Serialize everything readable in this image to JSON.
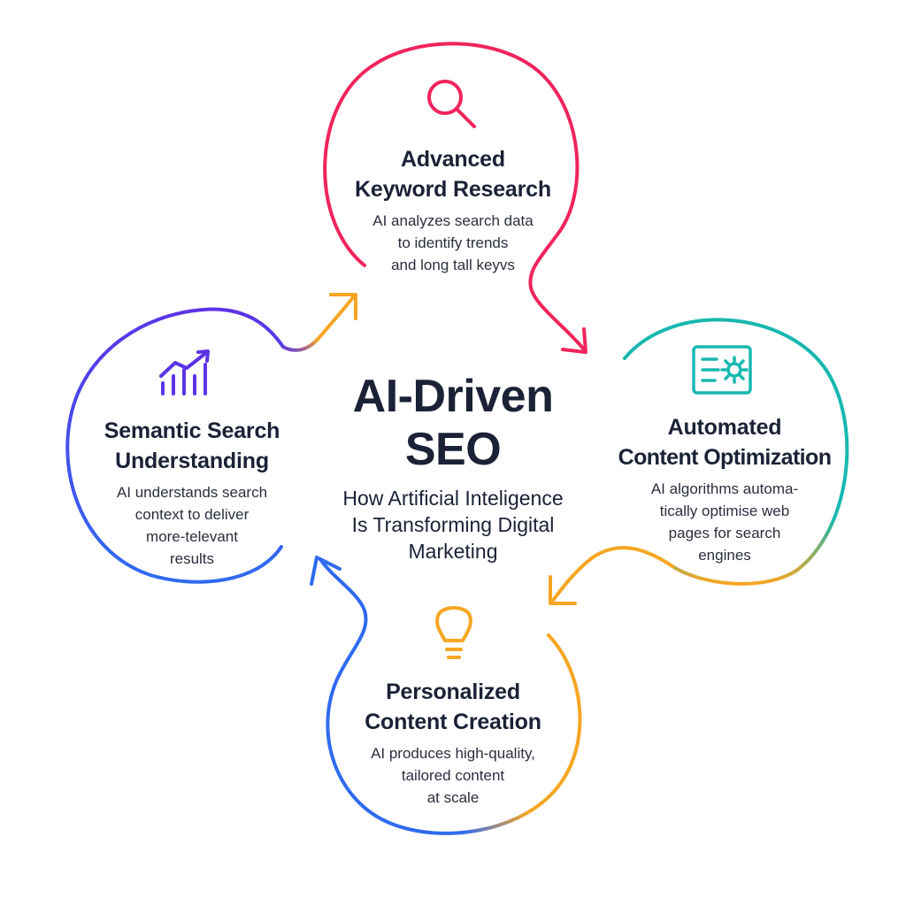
{
  "center": {
    "title_lines": [
      "AI-Driven",
      "SEO"
    ],
    "subtitle_lines": [
      "How Artificial Inteligence",
      "Is Transforming Digital",
      "Marketing"
    ]
  },
  "nodes": [
    {
      "title_lines": [
        "Advanced",
        "Keyword Research"
      ],
      "desc_lines": [
        "AI analyzes search data",
        "to identify trends",
        "and long tall keyvs"
      ],
      "icon": "search-icon",
      "color": "#f0245c"
    },
    {
      "title_lines": [
        "Automated",
        "Content Optimization"
      ],
      "desc_lines": [
        "AI algorithms automa-",
        "tically optimise web",
        "pages for search",
        "engines"
      ],
      "icon": "document-settings-icon",
      "color": "#17b8b0"
    },
    {
      "title_lines": [
        "Personalized",
        "Content Creation"
      ],
      "desc_lines": [
        "AI produces high-quality,",
        "tailored content",
        "at scale"
      ],
      "icon": "lightbulb-icon",
      "color": "#f6a623"
    },
    {
      "title_lines": [
        "Semantic Search",
        "Understanding"
      ],
      "desc_lines": [
        "AI understands search",
        "context to deliver",
        "more-televant",
        "results"
      ],
      "icon": "growth-chart-icon",
      "color": "#5b34e6"
    }
  ],
  "colors": {
    "pink": "#f0245c",
    "teal": "#17b8b0",
    "orange": "#f6a623",
    "blue": "#2f6bf0",
    "purple": "#5b34e6",
    "text": "#1b2236"
  }
}
